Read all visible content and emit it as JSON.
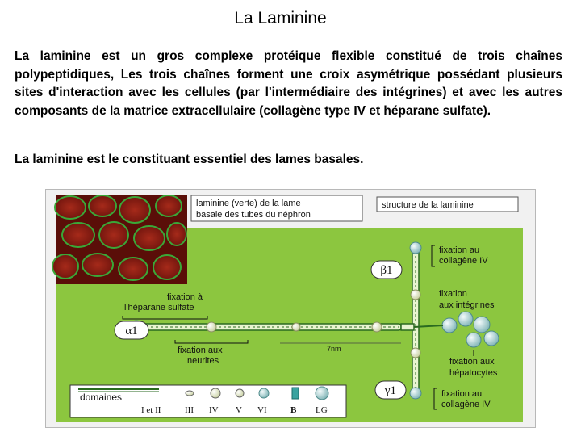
{
  "page": {
    "title": "La Laminine",
    "paragraph1": "La laminine est un gros complexe protéique flexible constitué de trois chaînes polypeptidiques, Les trois chaînes forment une croix asymétrique possédant plusieurs sites d'interaction avec les cellules (par l'intermédiaire des intégrines) et avec les autres composants de la matrice extracellulaire (collagène type IV et héparane sulfate).",
    "paragraph2": "La laminine est le constituant essentiel des lames basales."
  },
  "figure": {
    "micrograph_caption_line1": "laminine (verte) de la lame",
    "micrograph_caption_line2": "basale des tubes du néphron",
    "structure_title": "structure de la laminine",
    "beta_chain": "β1",
    "alpha_chain": "α1",
    "gamma_chain": "γ1",
    "fixation_collagene_top_1": "fixation au",
    "fixation_collagene_top_2": "collagène IV",
    "fixation_heparane_1": "fixation à",
    "fixation_heparane_2": "l'héparane sulfate",
    "fixation_integrines_1": "fixation",
    "fixation_integrines_2": "aux intégrines",
    "fixation_neurites_1": "fixation aux",
    "fixation_neurites_2": "neurites",
    "scale_label": "7nm",
    "fixation_hepatocytes_1": "fixation aux",
    "fixation_hepatocytes_2": "hépatocytes",
    "fixation_collagene_bottom_1": "fixation au",
    "fixation_collagene_bottom_2": "collagène IV",
    "domaines_label": "domaines",
    "domain_labels": [
      "I et II",
      "III",
      "IV",
      "V",
      "VI",
      "B",
      "LG"
    ],
    "colors": {
      "panel_green": "#8cc63f",
      "rod_dark": "#2a6a20",
      "rod_light": "#e8f4d0",
      "sphere_teal": "#9cc9c9",
      "sphere_cream": "#e8eec8",
      "micrograph_red": "#8a1810",
      "micrograph_green": "#3aa838"
    }
  }
}
